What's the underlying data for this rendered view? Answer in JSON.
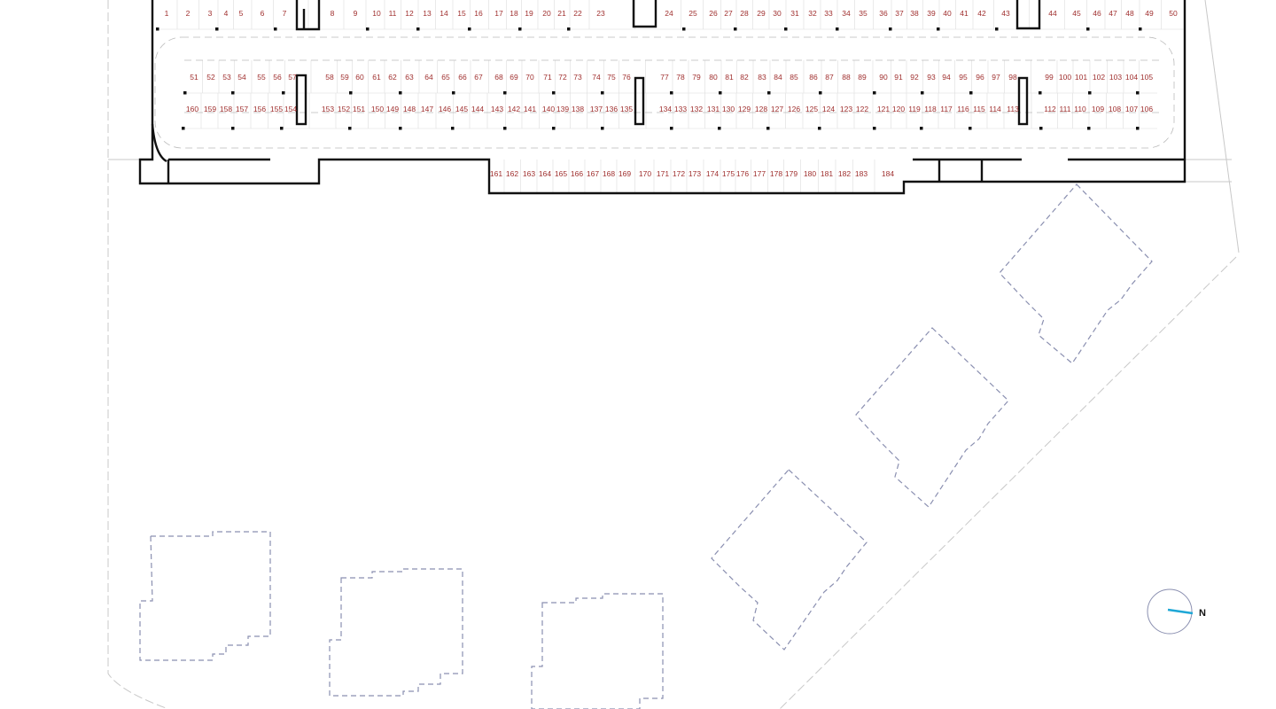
{
  "plan": {
    "row_top": [
      "1",
      "2",
      "3",
      "4",
      "5",
      "6",
      "7",
      "8",
      "9",
      "10",
      "11",
      "12",
      "13",
      "14",
      "15",
      "16",
      "17",
      "18",
      "19",
      "20",
      "21",
      "22",
      "23",
      "24",
      "25",
      "26",
      "27",
      "28",
      "29",
      "30",
      "31",
      "32",
      "33",
      "34",
      "35",
      "36",
      "37",
      "38",
      "39",
      "40",
      "41",
      "42",
      "43",
      "44",
      "45",
      "46",
      "47",
      "48",
      "49",
      "50"
    ],
    "row_upper_island": [
      "51",
      "52",
      "53",
      "54",
      "55",
      "56",
      "57",
      "58",
      "59",
      "60",
      "61",
      "62",
      "63",
      "64",
      "65",
      "66",
      "67",
      "68",
      "69",
      "70",
      "71",
      "72",
      "73",
      "74",
      "75",
      "76",
      "77",
      "78",
      "79",
      "80",
      "81",
      "82",
      "83",
      "84",
      "85",
      "86",
      "87",
      "88",
      "89",
      "90",
      "91",
      "92",
      "93",
      "94",
      "95",
      "96",
      "97",
      "98",
      "99",
      "100",
      "101",
      "102",
      "103",
      "104",
      "105"
    ],
    "row_lower_island": [
      "160",
      "159",
      "158",
      "157",
      "156",
      "155",
      "154",
      "153",
      "152",
      "151",
      "150",
      "149",
      "148",
      "147",
      "146",
      "145",
      "144",
      "143",
      "142",
      "141",
      "140",
      "139",
      "138",
      "137",
      "136",
      "135",
      "134",
      "133",
      "132",
      "131",
      "130",
      "129",
      "128",
      "127",
      "126",
      "125",
      "124",
      "123",
      "122",
      "121",
      "120",
      "119",
      "118",
      "117",
      "116",
      "115",
      "114",
      "113",
      "112",
      "111",
      "110",
      "109",
      "108",
      "107",
      "106"
    ],
    "row_bottom": [
      "161",
      "162",
      "163",
      "164",
      "165",
      "166",
      "167",
      "168",
      "169",
      "170",
      "171",
      "172",
      "173",
      "174",
      "175",
      "176",
      "177",
      "178",
      "179",
      "180",
      "181",
      "182",
      "183",
      "184"
    ]
  },
  "compass": {
    "label": "N",
    "icon": "north-arrow-icon",
    "color": "#1ea7d6"
  },
  "colors": {
    "stall_number": "#a0302f",
    "wall": "#111111",
    "building_outline": "#8a8fb0",
    "site_line": "#c8c8c8"
  }
}
